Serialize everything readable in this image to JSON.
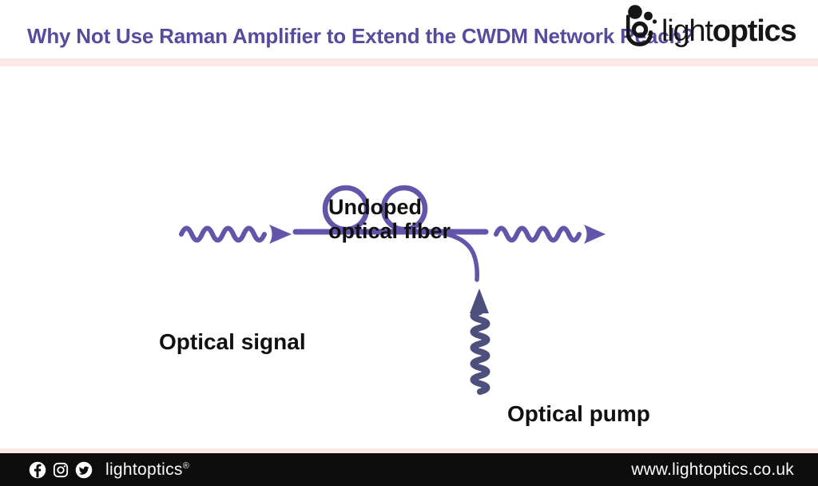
{
  "header": {
    "title": "Why Not Use Raman Amplifier to Extend the CWDM Network Reach?",
    "logo": {
      "light": "light",
      "optics": "optics"
    }
  },
  "colors": {
    "title_purple": "#5a4a9d",
    "signal_purple": "#6355aa",
    "pump_dark_purple": "#4d4f7d",
    "divider_pink": "#fbe9e7",
    "footer_bg": "#0d0d0d",
    "label_black": "#101010"
  },
  "diagram": {
    "fiber_label_line1": "Undoped",
    "fiber_label_line2": "optical fiber",
    "signal_label": "Optical signal",
    "pump_label": "Optical pump",
    "flow": "optical signal enters undoped optical fiber coil, optical pump is injected upward into fiber output branch, amplified signal exits right"
  },
  "footer": {
    "icons": [
      "facebook",
      "instagram",
      "twitter"
    ],
    "brand": "lightoptics",
    "registered_mark": "®",
    "website": "www.lightoptics.co.uk"
  }
}
